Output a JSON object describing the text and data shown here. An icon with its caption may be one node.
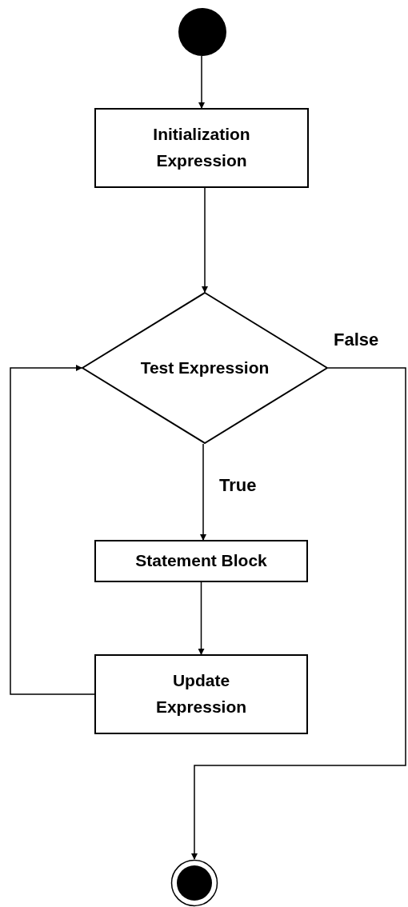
{
  "diagram": {
    "nodes": [
      {
        "text": [],
        "shape": "circle"
      },
      {
        "text": [
          "Initialization Expression"
        ]
      },
      {
        "text": [
          "Test Expression"
        ]
      },
      {
        "text": [
          "Statement Block"
        ]
      },
      {
        "text": [
          "Update Expression"
        ]
      },
      {
        "text": [],
        "shape": "circle"
      }
    ],
    "edges": [
      {
        "from": 0,
        "to": 1,
        "arrow": "to"
      },
      {
        "from": 1,
        "to": 2,
        "arrow": "to"
      },
      {
        "from": 2,
        "to": 3,
        "arrow": "to",
        "label": "True"
      },
      {
        "from": 3,
        "to": 4,
        "arrow": "to"
      },
      {
        "from": 4,
        "to": 2,
        "arrow": "to"
      },
      {
        "from": 2,
        "to": 5,
        "arrow": "to",
        "label": "False"
      }
    ]
  }
}
